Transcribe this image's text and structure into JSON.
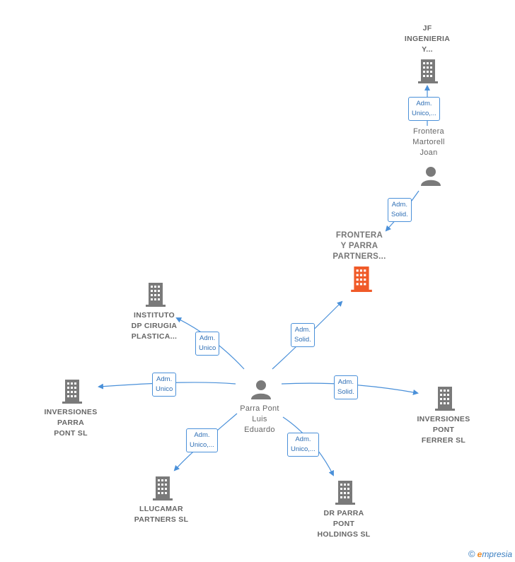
{
  "colors": {
    "edge": "#4a90d9",
    "icon_gray": "#7a7a7a",
    "icon_focus": "#f05a28",
    "label_gray": "#666666"
  },
  "nodes": {
    "jf": {
      "kind": "company",
      "lines": [
        "JF",
        "INGENIERIA",
        "Y..."
      ]
    },
    "frontera_person": {
      "kind": "person",
      "lines": [
        "Frontera",
        "Martorell",
        "Joan"
      ]
    },
    "frontera_parra": {
      "kind": "focus",
      "lines": [
        "FRONTERA",
        "Y PARRA",
        "PARTNERS..."
      ]
    },
    "instituto": {
      "kind": "company",
      "lines": [
        "INSTITUTO",
        "DP CIRUGIA",
        "PLASTICA..."
      ]
    },
    "parra_pont": {
      "kind": "person",
      "lines": [
        "Parra Pont",
        "Luis",
        "Eduardo"
      ]
    },
    "inv_parra": {
      "kind": "company",
      "lines": [
        "INVERSIONES",
        "PARRA",
        "PONT  SL"
      ]
    },
    "inv_ferrer": {
      "kind": "company",
      "lines": [
        "INVERSIONES",
        "PONT",
        "FERRER  SL"
      ]
    },
    "llucamar": {
      "kind": "company",
      "lines": [
        "LLUCAMAR",
        "PARTNERS  SL"
      ]
    },
    "dr_parra": {
      "kind": "company",
      "lines": [
        "DR PARRA",
        "PONT",
        "HOLDINGS  SL"
      ]
    }
  },
  "edges": {
    "e1": [
      "Adm.",
      "Unico,..."
    ],
    "e2": [
      "Adm.",
      "Solid."
    ],
    "e3": [
      "Adm.",
      "Solid."
    ],
    "e4": [
      "Adm.",
      "Unico"
    ],
    "e5": [
      "Adm.",
      "Unico"
    ],
    "e6": [
      "Adm.",
      "Solid."
    ],
    "e7": [
      "Adm.",
      "Unico,..."
    ],
    "e8": [
      "Adm.",
      "Unico,..."
    ]
  },
  "brand": {
    "copyright": "©",
    "first_letter": "e",
    "rest": "mpresia"
  }
}
